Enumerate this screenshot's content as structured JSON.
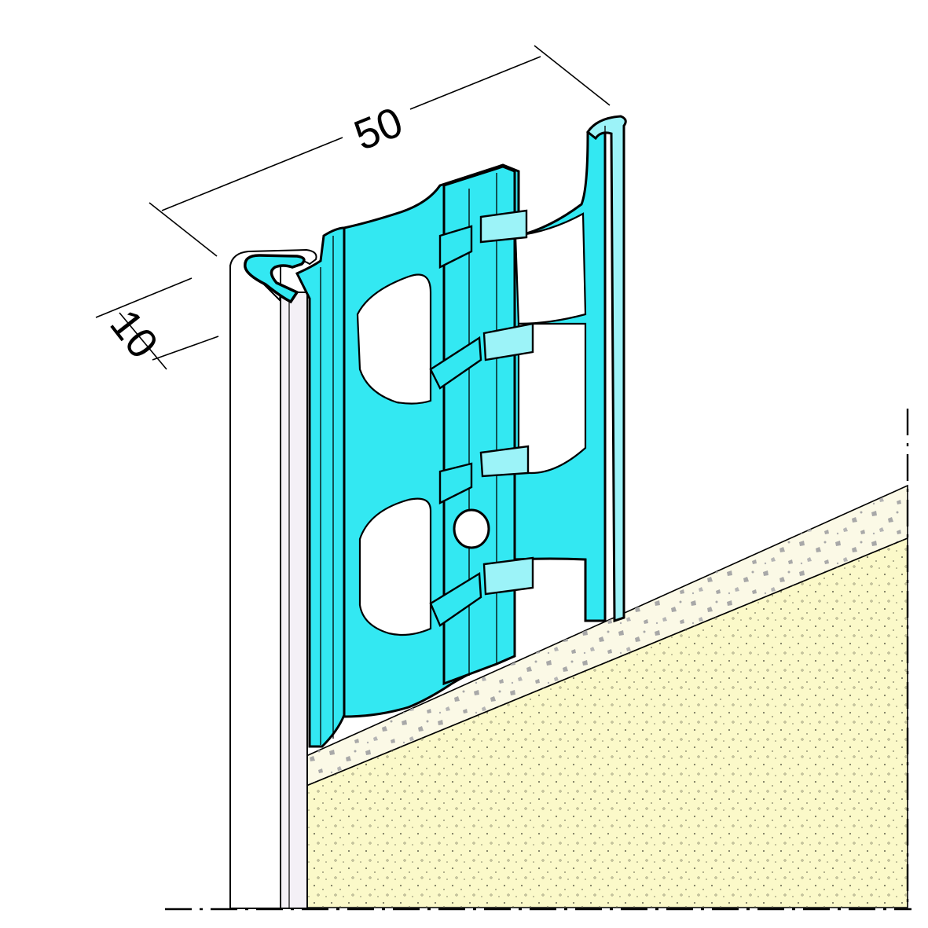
{
  "dimensions": {
    "width_label": "50",
    "depth_label": "10"
  },
  "colors": {
    "profile_fill": "#33E8F2",
    "profile_fill_light": "#9CF3F8",
    "profile_edge": "#000000",
    "plaster_base": "#FBF9C9",
    "render_layer": "#FBF9E6",
    "aggregate": "#A9A9A9",
    "bead_fill": "#F4F0F6",
    "line": "#000000"
  },
  "elements": {
    "profile": "expanded-metal-corner-bead",
    "substrate": "plaster-render"
  }
}
